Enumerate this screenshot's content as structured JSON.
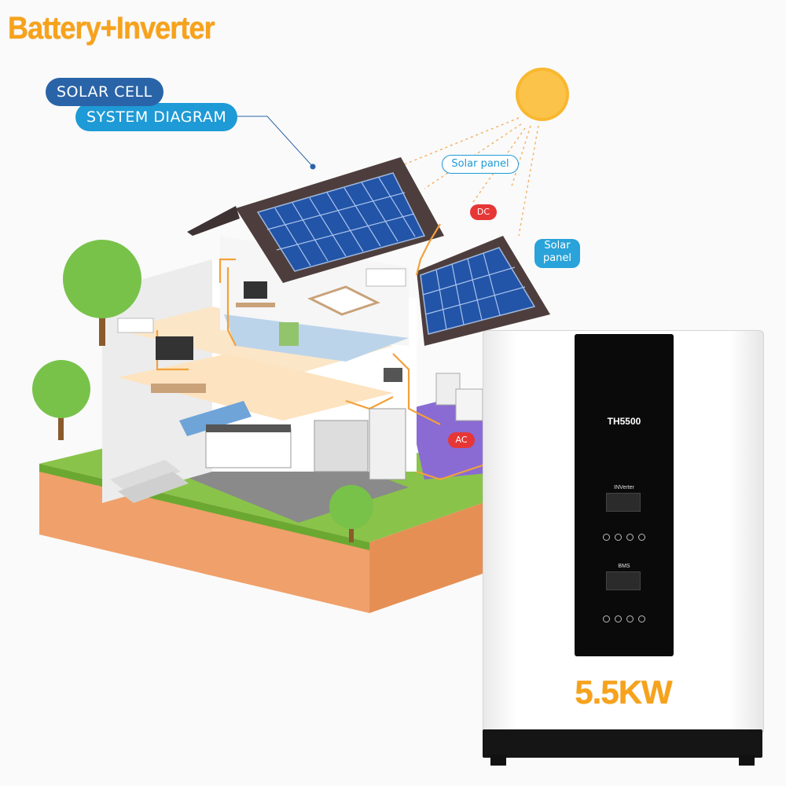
{
  "title": "Battery+Inverter",
  "diagram": {
    "heading_line1": "SOLAR CELL",
    "heading_line2": "SYSTEM DIAGRAM",
    "callouts": {
      "solar_panel_top": "Solar panel",
      "solar_panel_right_line1": "Solar",
      "solar_panel_right_line2": "panel",
      "dc": "DC",
      "ac": "AC"
    }
  },
  "device": {
    "model": "TH5500",
    "inverter_label": "INVerter",
    "bms_label": "BMS",
    "power_rating": "5.5KW"
  },
  "colors": {
    "title_orange": "#f7a21b",
    "pill_dark_blue": "#2a64a8",
    "pill_light_blue": "#1e9ad6",
    "callout_red": "#e63636",
    "wire_orange": "#f2a13a"
  }
}
